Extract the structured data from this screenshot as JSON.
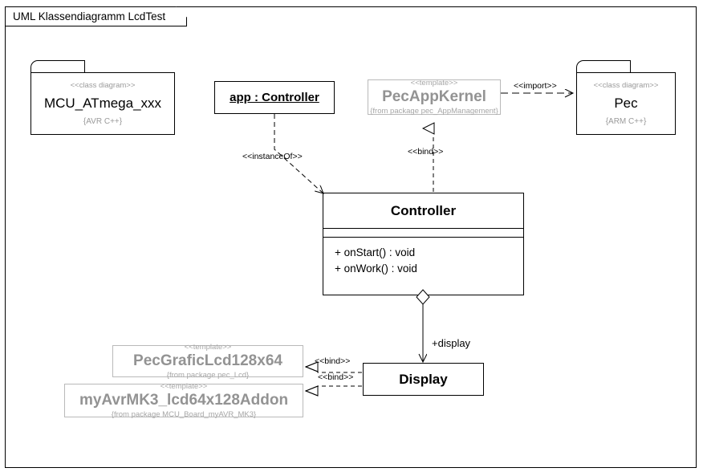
{
  "diagram": {
    "title": "UML Klassendiagramm LcdTest"
  },
  "nodes": {
    "mcu_package": {
      "stereotype": "<<class diagram>>",
      "name": "MCU_ATmega_xxx",
      "constraint": "{AVR C++}"
    },
    "pec_package": {
      "stereotype": "<<class diagram>>",
      "name": "Pec",
      "constraint": "{ARM C++}"
    },
    "app_object": {
      "name": "app : Controller"
    },
    "pec_app_kernel": {
      "stereotype": "<<template>>",
      "name": "PecAppKernel",
      "from": "{from package pec_AppManagement}"
    },
    "controller_class": {
      "name": "Controller",
      "attributes": [],
      "operations": [
        "+ onStart() : void",
        "+ onWork() : void"
      ]
    },
    "display_class": {
      "name": "Display"
    },
    "pec_grafic_lcd": {
      "stereotype": "<<template>>",
      "name": "PecGraficLcd128x64",
      "from": "{from package pec_Lcd}"
    },
    "myavr_lcd_addon": {
      "stereotype": "<<template>>",
      "name": "myAvrMK3_lcd64x128Addon",
      "from": "{from package MCU_Board_myAVR_MK3}"
    }
  },
  "edges": {
    "import": "<<import>>",
    "instance_of": "<<instanceOf>>",
    "bind_kernel": "<<bind>>",
    "bind_grafic": "<<bind>>",
    "bind_addon": "<<bind>>",
    "display_role": "+display"
  },
  "colors": {
    "line": "#000000",
    "template_text": "#939393",
    "template_border": "#b9b9b9",
    "muted_text": "#9a9a9a",
    "background": "#ffffff"
  }
}
